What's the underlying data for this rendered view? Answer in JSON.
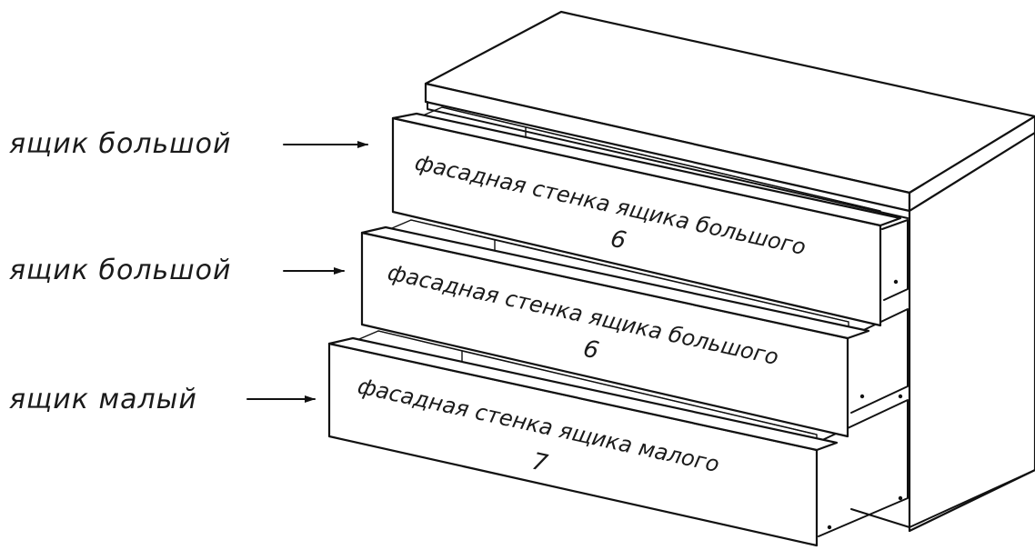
{
  "drawers": [
    {
      "side_label": "ящик большой",
      "face_label": "фасадная стенка ящика большого",
      "part_number": "6"
    },
    {
      "side_label": "ящик большой",
      "face_label": "фасадная стенка ящика большого",
      "part_number": "6"
    },
    {
      "side_label": "ящик малый",
      "face_label": "фасадная стенка ящика малого",
      "part_number": "7"
    }
  ]
}
